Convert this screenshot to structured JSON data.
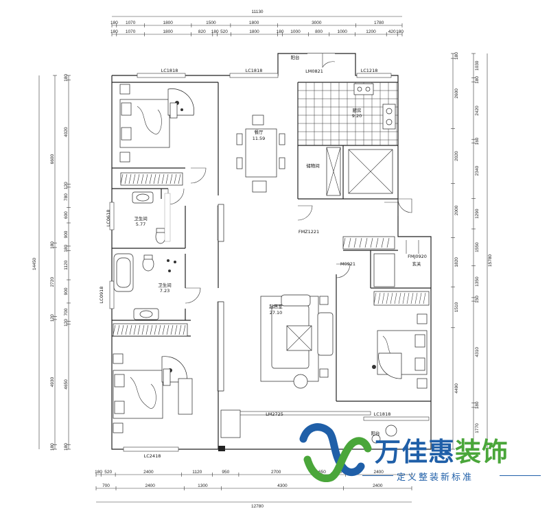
{
  "dimensions": {
    "top_total": "11130",
    "top_row1": [
      "180",
      "1070",
      "1800",
      "1500",
      "1800",
      "3000",
      "1780"
    ],
    "top_row2": [
      "180",
      "1070",
      "1800",
      "820",
      "180",
      "520",
      "1800",
      "180",
      "1000",
      "800",
      "1000",
      "1200",
      "420",
      "180"
    ],
    "left_total": "14450",
    "left_outer": [
      "6600",
      "180",
      "2720",
      "120",
      "4930",
      "180"
    ],
    "left_inner": [
      "180",
      "4020",
      "120",
      "780",
      "600",
      "900",
      "180",
      "1120",
      "900",
      "700",
      "120",
      "4650",
      "180"
    ],
    "right_total": "15780",
    "right_outer": [
      "1030",
      "180",
      "2420",
      "160",
      "2340",
      "1290",
      "1550",
      "1350",
      "150",
      "4310",
      "180",
      "1770"
    ],
    "right_inner": [
      "180",
      "2600",
      "2020",
      "2000",
      "1820",
      "1510",
      "4490"
    ],
    "bottom_row1": [
      "180",
      "520",
      "2400",
      "1120",
      "950",
      "2700",
      "650",
      "520",
      "2400"
    ],
    "bottom_row2": [
      "700",
      "2400",
      "1300",
      "4300",
      "2400"
    ],
    "bottom_total": "12780"
  },
  "rooms": {
    "dining": {
      "name": "餐厅",
      "area": "11.59"
    },
    "kitchen": {
      "name": "厨房",
      "area": "9.20"
    },
    "bath1": {
      "name": "卫生间",
      "area": "5.77"
    },
    "bath2": {
      "name": "卫生间",
      "area": "7.23"
    },
    "living": {
      "name": "起居室",
      "area": "27.10"
    },
    "storage": {
      "name": "储物间"
    },
    "balcony_top": {
      "name": "阳台"
    },
    "balcony_bottom": {
      "name": "阳台"
    },
    "entrance": {
      "name": "玄关"
    }
  },
  "openings": {
    "lc1818_a": "LC1818",
    "lc1818_b": "LC1818",
    "lc1218": "LC1218",
    "lm0821": "LM0821",
    "lc0618": "LC0618",
    "lc0918": "LC0918",
    "fmz1221": "FMZ1221",
    "m0921": "M0921",
    "fmj0920": "FMJ0920",
    "lm2725": "LM2725",
    "lc1818_c": "LC1818",
    "lc2418": "LC2418"
  },
  "logo": {
    "brand_part1": "万佳惠",
    "brand_part2": "装饰",
    "slogan": "定义整装新标准",
    "colors": {
      "blue": "#1f5fa8",
      "green": "#4aa63a"
    }
  }
}
